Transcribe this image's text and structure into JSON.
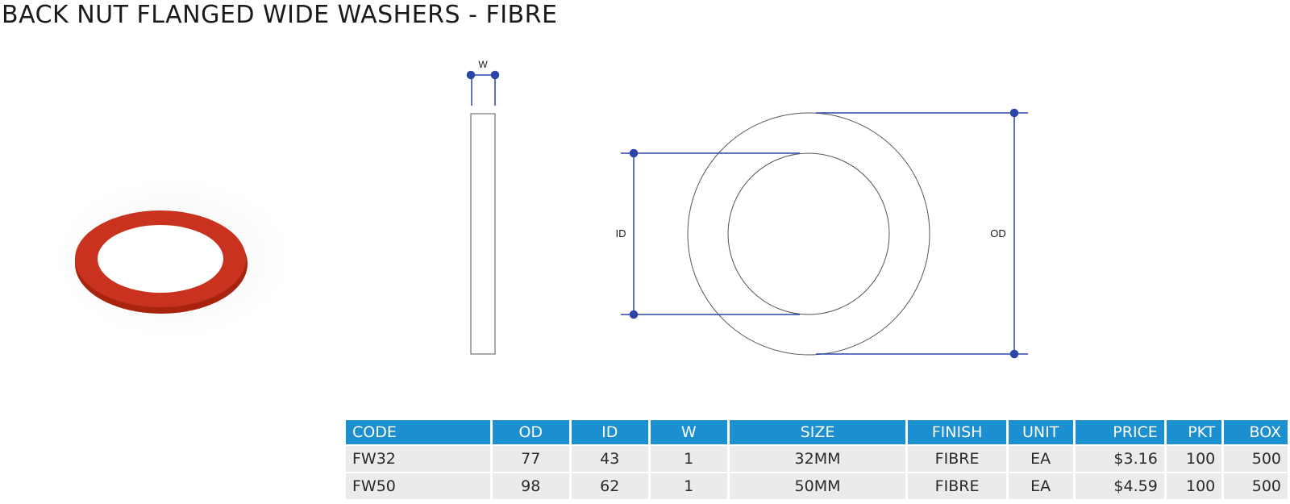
{
  "page": {
    "title": "BACK NUT FLANGED WIDE WASHERS - FIBRE"
  },
  "product_image": {
    "subject": "red fibre washer",
    "color": "#c8321e"
  },
  "diagram": {
    "labels": {
      "width": "W",
      "inner_diameter": "ID",
      "outer_diameter": "OD"
    },
    "dimension_color": "#2b45a8"
  },
  "table": {
    "header_color": "#1b8fd0",
    "columns": [
      "CODE",
      "OD",
      "ID",
      "W",
      "SIZE",
      "FINISH",
      "UNIT",
      "PRICE",
      "PKT",
      "BOX"
    ],
    "rows": [
      [
        "FW32",
        "77",
        "43",
        "1",
        "32MM",
        "FIBRE",
        "EA",
        "$3.16",
        "100",
        "500"
      ],
      [
        "FW50",
        "98",
        "62",
        "1",
        "50MM",
        "FIBRE",
        "EA",
        "$4.59",
        "100",
        "500"
      ]
    ]
  }
}
